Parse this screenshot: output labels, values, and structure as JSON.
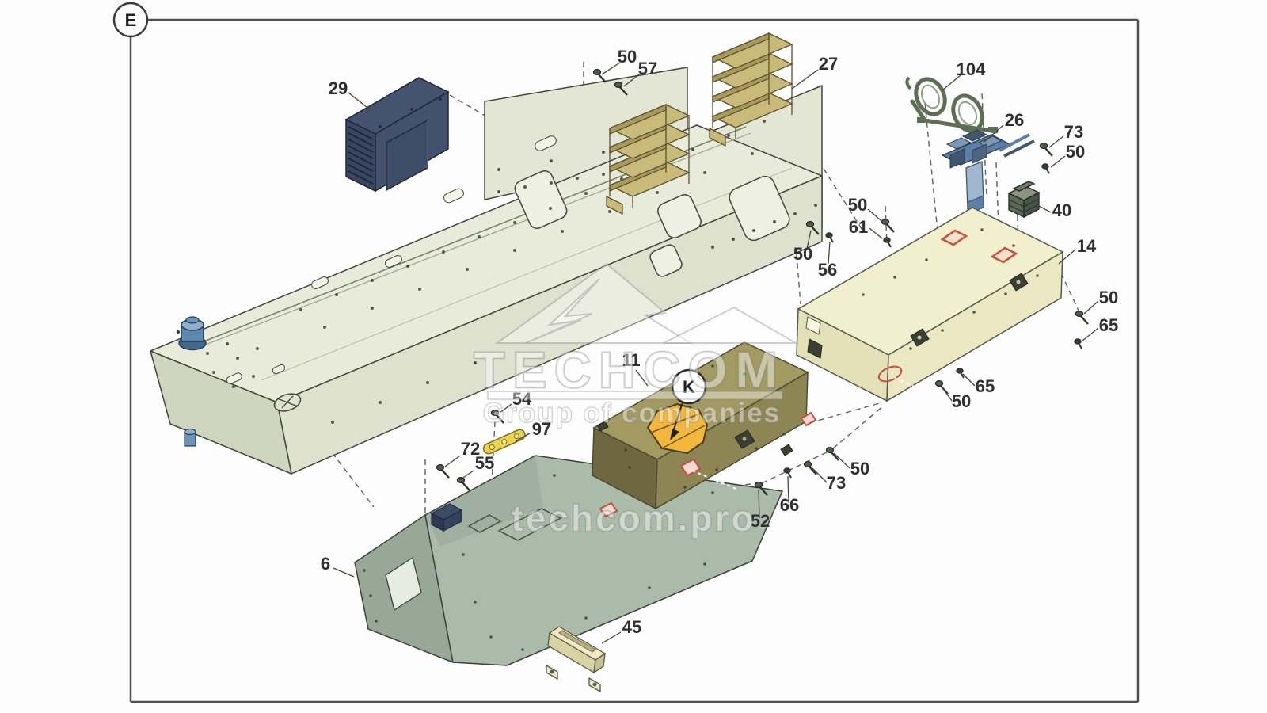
{
  "sheet": {
    "detail_letter": "E",
    "view_letter": "K"
  },
  "watermark": {
    "brand": "TECHCOM",
    "tagline": "Group of companies",
    "website": "techcom.pro"
  },
  "callouts": {
    "c29": "29",
    "c50_top": "50",
    "c57": "57",
    "c27": "27",
    "c104": "104",
    "c26": "26",
    "c73_tr": "73",
    "c50_tr": "50",
    "c40": "40",
    "c14": "14",
    "c50_r": "50",
    "c65_r": "65",
    "c50_m1": "50",
    "c56": "56",
    "c50_m2": "50",
    "c61": "61",
    "c65_b": "65",
    "c50_b": "50",
    "c50_br": "50",
    "c73_br": "73",
    "c66": "66",
    "c52": "52",
    "c11": "11",
    "c54": "54",
    "c97": "97",
    "c72": "72",
    "c55": "55",
    "c6": "6",
    "c45": "45"
  },
  "part_numbers_visible": [
    "6",
    "11",
    "14",
    "26",
    "27",
    "29",
    "40",
    "45",
    "50",
    "52",
    "54",
    "55",
    "56",
    "57",
    "61",
    "65",
    "66",
    "72",
    "73",
    "97",
    "104"
  ],
  "colors": {
    "chassis_top": "#e8ebda",
    "chassis_front": "#dde1cd",
    "chassis_end": "#cfd5bf",
    "plate": "#e3e6d4",
    "navy_box": "#46536f",
    "shelf_tan": "#c9ba79",
    "cream_box": "#f2efcf",
    "olive_box": "#a29a61",
    "olive_front": "#8d8553",
    "cover_green": "#aabbaa",
    "cover_side": "#97a996",
    "orange_port": "#f3b83b",
    "highlight_red": "#c6503e",
    "fitting_blue": "#5f88ae",
    "valve_blue": "#5b7fa6"
  }
}
